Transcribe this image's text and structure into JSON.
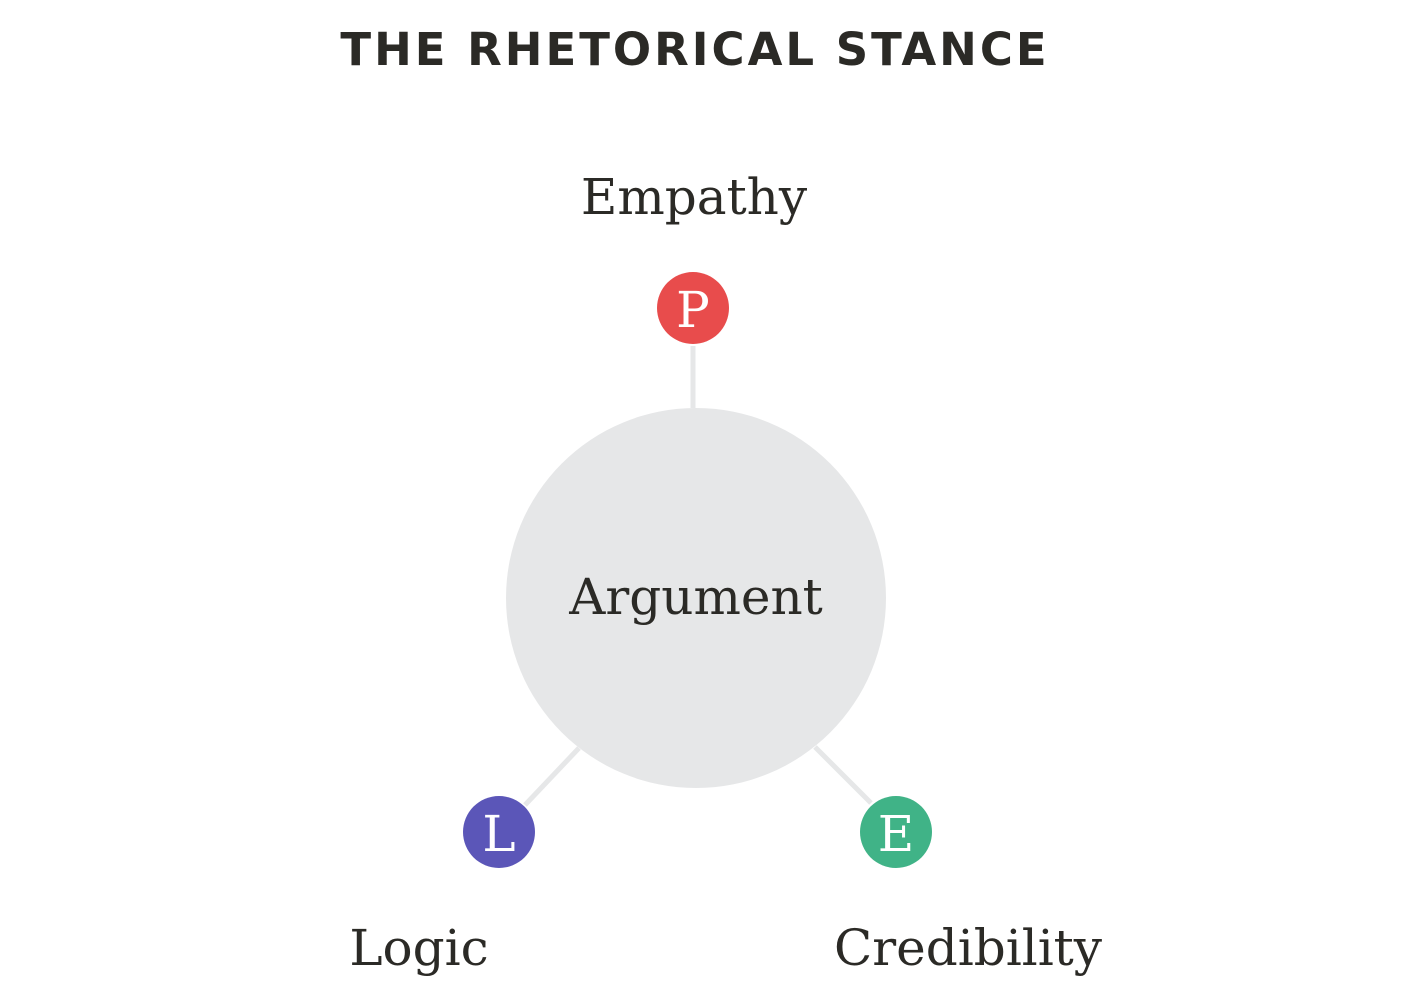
{
  "title": "THE RHETORICAL STANCE",
  "center": {
    "label": "Argument",
    "color": "#e6e7e8"
  },
  "connector_color": "#e6e7e8",
  "text_color": "#2b2a26",
  "nodes": [
    {
      "id": "pathos",
      "letter": "P",
      "label": "Empathy",
      "color": "#e84c4c"
    },
    {
      "id": "logos",
      "letter": "L",
      "label": "Logic",
      "color": "#5b56b8"
    },
    {
      "id": "ethos",
      "letter": "E",
      "label": "Credibility",
      "color": "#40b387"
    }
  ]
}
